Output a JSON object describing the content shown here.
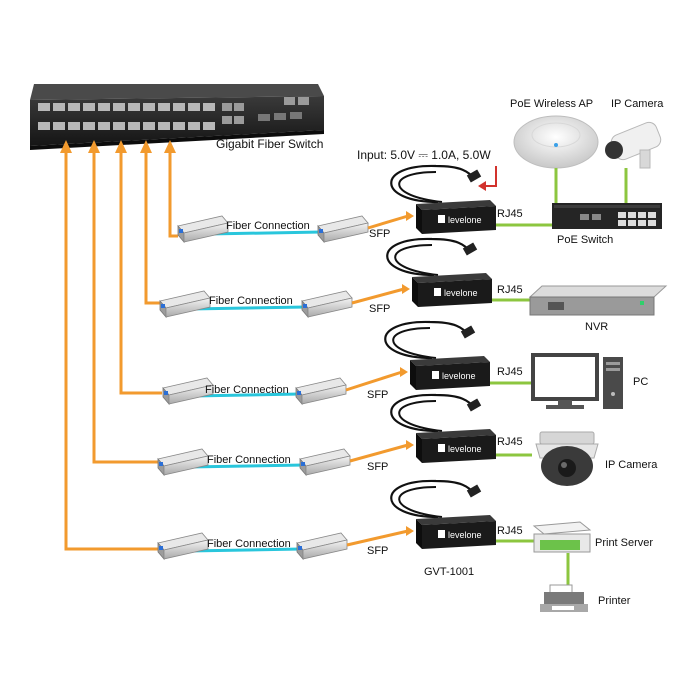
{
  "switch": {
    "label": "Gigabit Fiber Switch"
  },
  "power": {
    "input_label": "Input: 5.0V ⎓ 1.0A, 5.0W"
  },
  "converter": {
    "brand": "levelone",
    "model": "GVT-1001"
  },
  "links": [
    {
      "fiber_label": "Fiber Connection",
      "sfp_label": "SFP",
      "rj45_label": "RJ45",
      "device": "PoE Switch"
    },
    {
      "fiber_label": "Fiber Connection",
      "sfp_label": "SFP",
      "rj45_label": "RJ45",
      "device": "NVR"
    },
    {
      "fiber_label": "Fiber Connection",
      "sfp_label": "SFP",
      "rj45_label": "RJ45",
      "device": "PC"
    },
    {
      "fiber_label": "Fiber Connection",
      "sfp_label": "SFP",
      "rj45_label": "RJ45",
      "device": "IP Camera"
    },
    {
      "fiber_label": "Fiber Connection",
      "sfp_label": "SFP",
      "rj45_label": "RJ45",
      "device": "Print Server"
    }
  ],
  "poe_devices": {
    "ap": "PoE Wireless AP",
    "camera": "IP Camera"
  },
  "printer": {
    "label": "Printer"
  },
  "colors": {
    "fiber_orange": "#f29a2e",
    "fiber_cyan": "#29c6dc",
    "ethernet_green": "#8cc63f",
    "power_red": "#d2322d"
  }
}
